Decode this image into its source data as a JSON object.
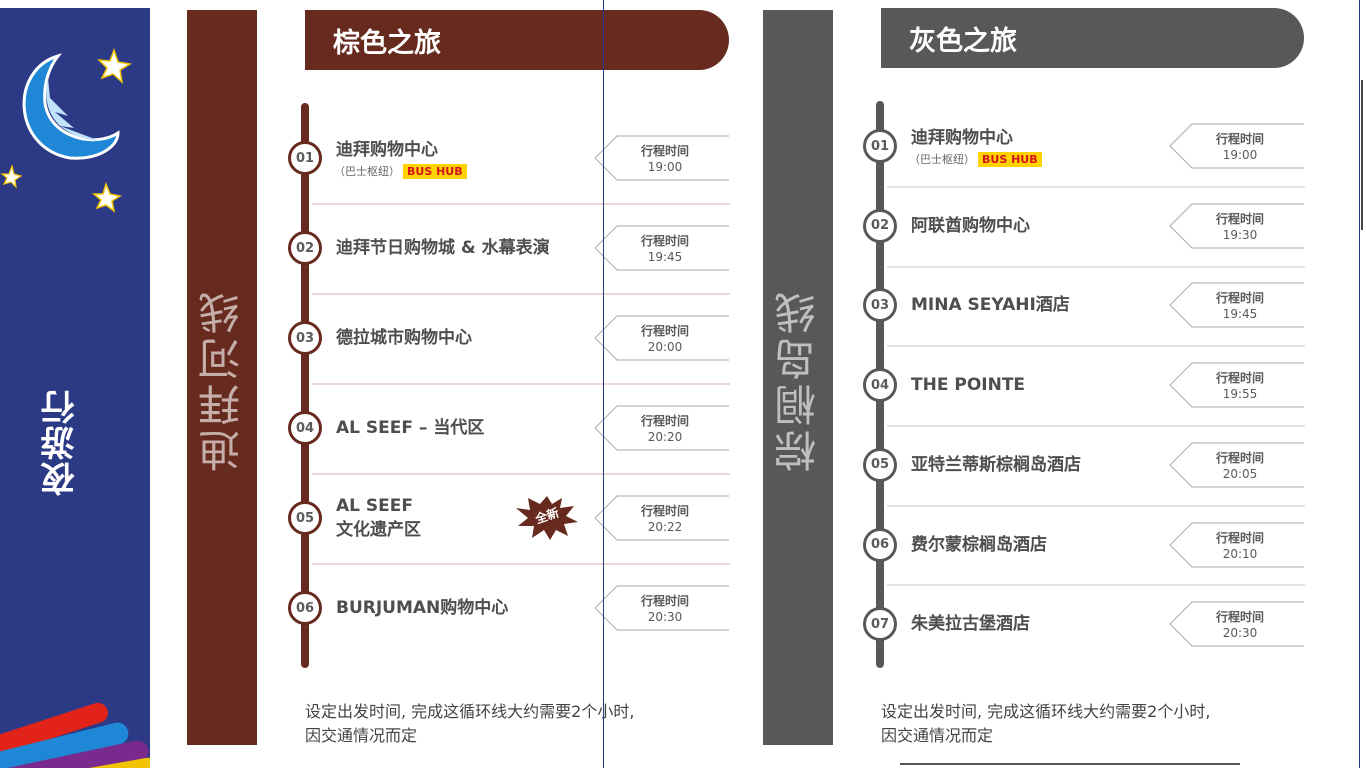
{
  "banner": {
    "title": "夜游行",
    "colors": {
      "navy": "#2c3a86",
      "star": "#ffffff",
      "moon": "#1e88d6"
    }
  },
  "routes": [
    {
      "id": "brown",
      "color": "#672a1e",
      "vertical_label": "迪拜河线",
      "header": "棕色之旅",
      "time_label": "行程时间",
      "stops": [
        {
          "num": "01",
          "name": "迪拜购物中心",
          "sub": "（巴士枢纽）",
          "badge": "BUS HUB",
          "time": "19:00"
        },
        {
          "num": "02",
          "name": "迪拜节日购物城 & 水幕表演",
          "time": "19:45"
        },
        {
          "num": "03",
          "name": "德拉城市购物中心",
          "time": "20:00"
        },
        {
          "num": "04",
          "name": "AL SEEF – 当代区",
          "time": "20:20"
        },
        {
          "num": "05",
          "name": "AL SEEF",
          "name2": "文化遗产区",
          "splat": "全新",
          "time": "20:22"
        },
        {
          "num": "06",
          "name": "BURJUMAN购物中心",
          "time": "20:30"
        }
      ],
      "note_line1": "设定出发时间, 完成这循环线大约需要2个小时,",
      "note_line2": "因交通情况而定"
    },
    {
      "id": "grey",
      "color": "#58585a",
      "vertical_label": "棕榈岛线",
      "header": "灰色之旅",
      "time_label": "行程时间",
      "stops": [
        {
          "num": "01",
          "name": "迪拜购物中心",
          "sub": "（巴士枢纽）",
          "badge": "BUS HUB",
          "time": "19:00"
        },
        {
          "num": "02",
          "name": "阿联酋购物中心",
          "time": "19:30"
        },
        {
          "num": "03",
          "name": "MINA SEYAHI酒店",
          "time": "19:45"
        },
        {
          "num": "04",
          "name": "THE POINTE",
          "time": "19:55"
        },
        {
          "num": "05",
          "name": "亚特兰蒂斯棕榈岛酒店",
          "time": "20:05"
        },
        {
          "num": "06",
          "name": "费尔蒙棕榈岛酒店",
          "time": "20:10"
        },
        {
          "num": "07",
          "name": "朱美拉古堡酒店",
          "time": "20:30"
        }
      ],
      "note_line1": "设定出发时间, 完成这循环线大约需要2个小时,",
      "note_line2": "因交通情况而定"
    }
  ]
}
